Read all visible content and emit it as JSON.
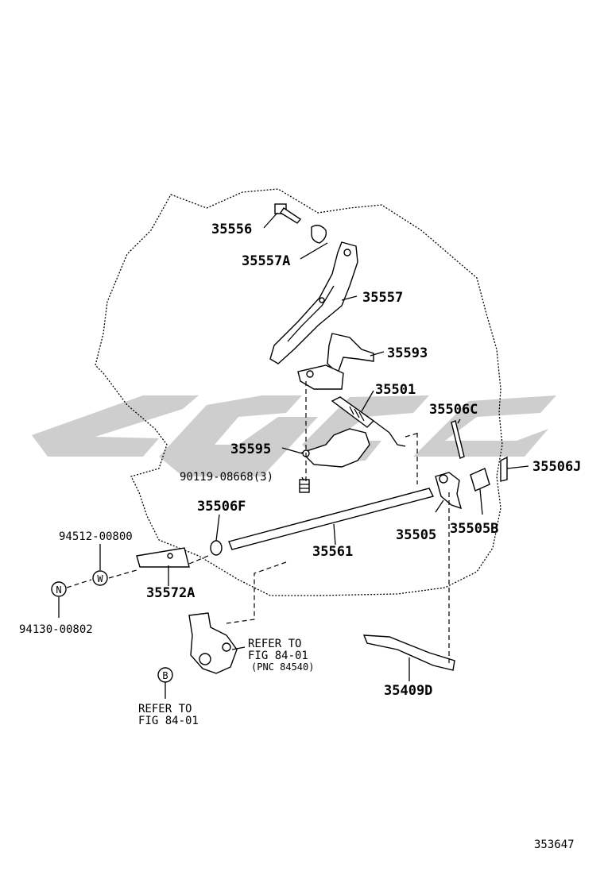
{
  "labels": {
    "p35556": "35556",
    "p35557A": "35557A",
    "p35557": "35557",
    "p35593": "35593",
    "p35501": "35501",
    "p35506C": "35506C",
    "p35595": "35595",
    "p35506J": "35506J",
    "p90119": "90119-08668(3)",
    "p35506F": "35506F",
    "p35505": "35505",
    "p35505B": "35505B",
    "p35561": "35561",
    "p94512": "94512-00800",
    "p35572A": "35572A",
    "p94130": "94130-00802",
    "p35409D": "35409D"
  },
  "markers": {
    "w": "W",
    "n": "N",
    "b": "B"
  },
  "refer_sensor": {
    "line1": "REFER TO",
    "line2": "FIG 84-01",
    "line3": "(PNC 84540)"
  },
  "refer_b": {
    "line1": "REFER TO",
    "line2": "FIG 84-01"
  },
  "figure_number": "353647"
}
